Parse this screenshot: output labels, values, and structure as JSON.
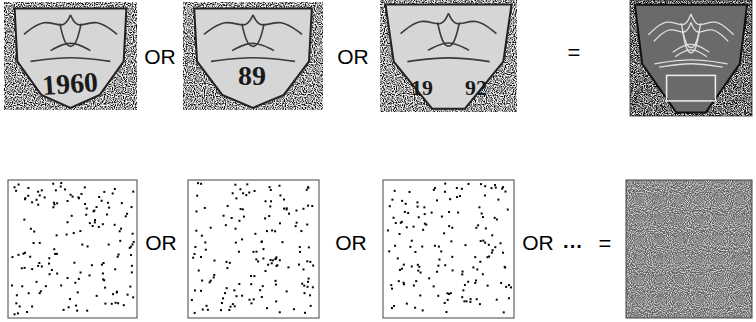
{
  "diagram": {
    "labels": [
      "1960",
      "OR",
      "89",
      "OR",
      "19",
      "92",
      "=",
      "OR",
      "OR",
      "OR",
      "···",
      "="
    ]
  }
}
